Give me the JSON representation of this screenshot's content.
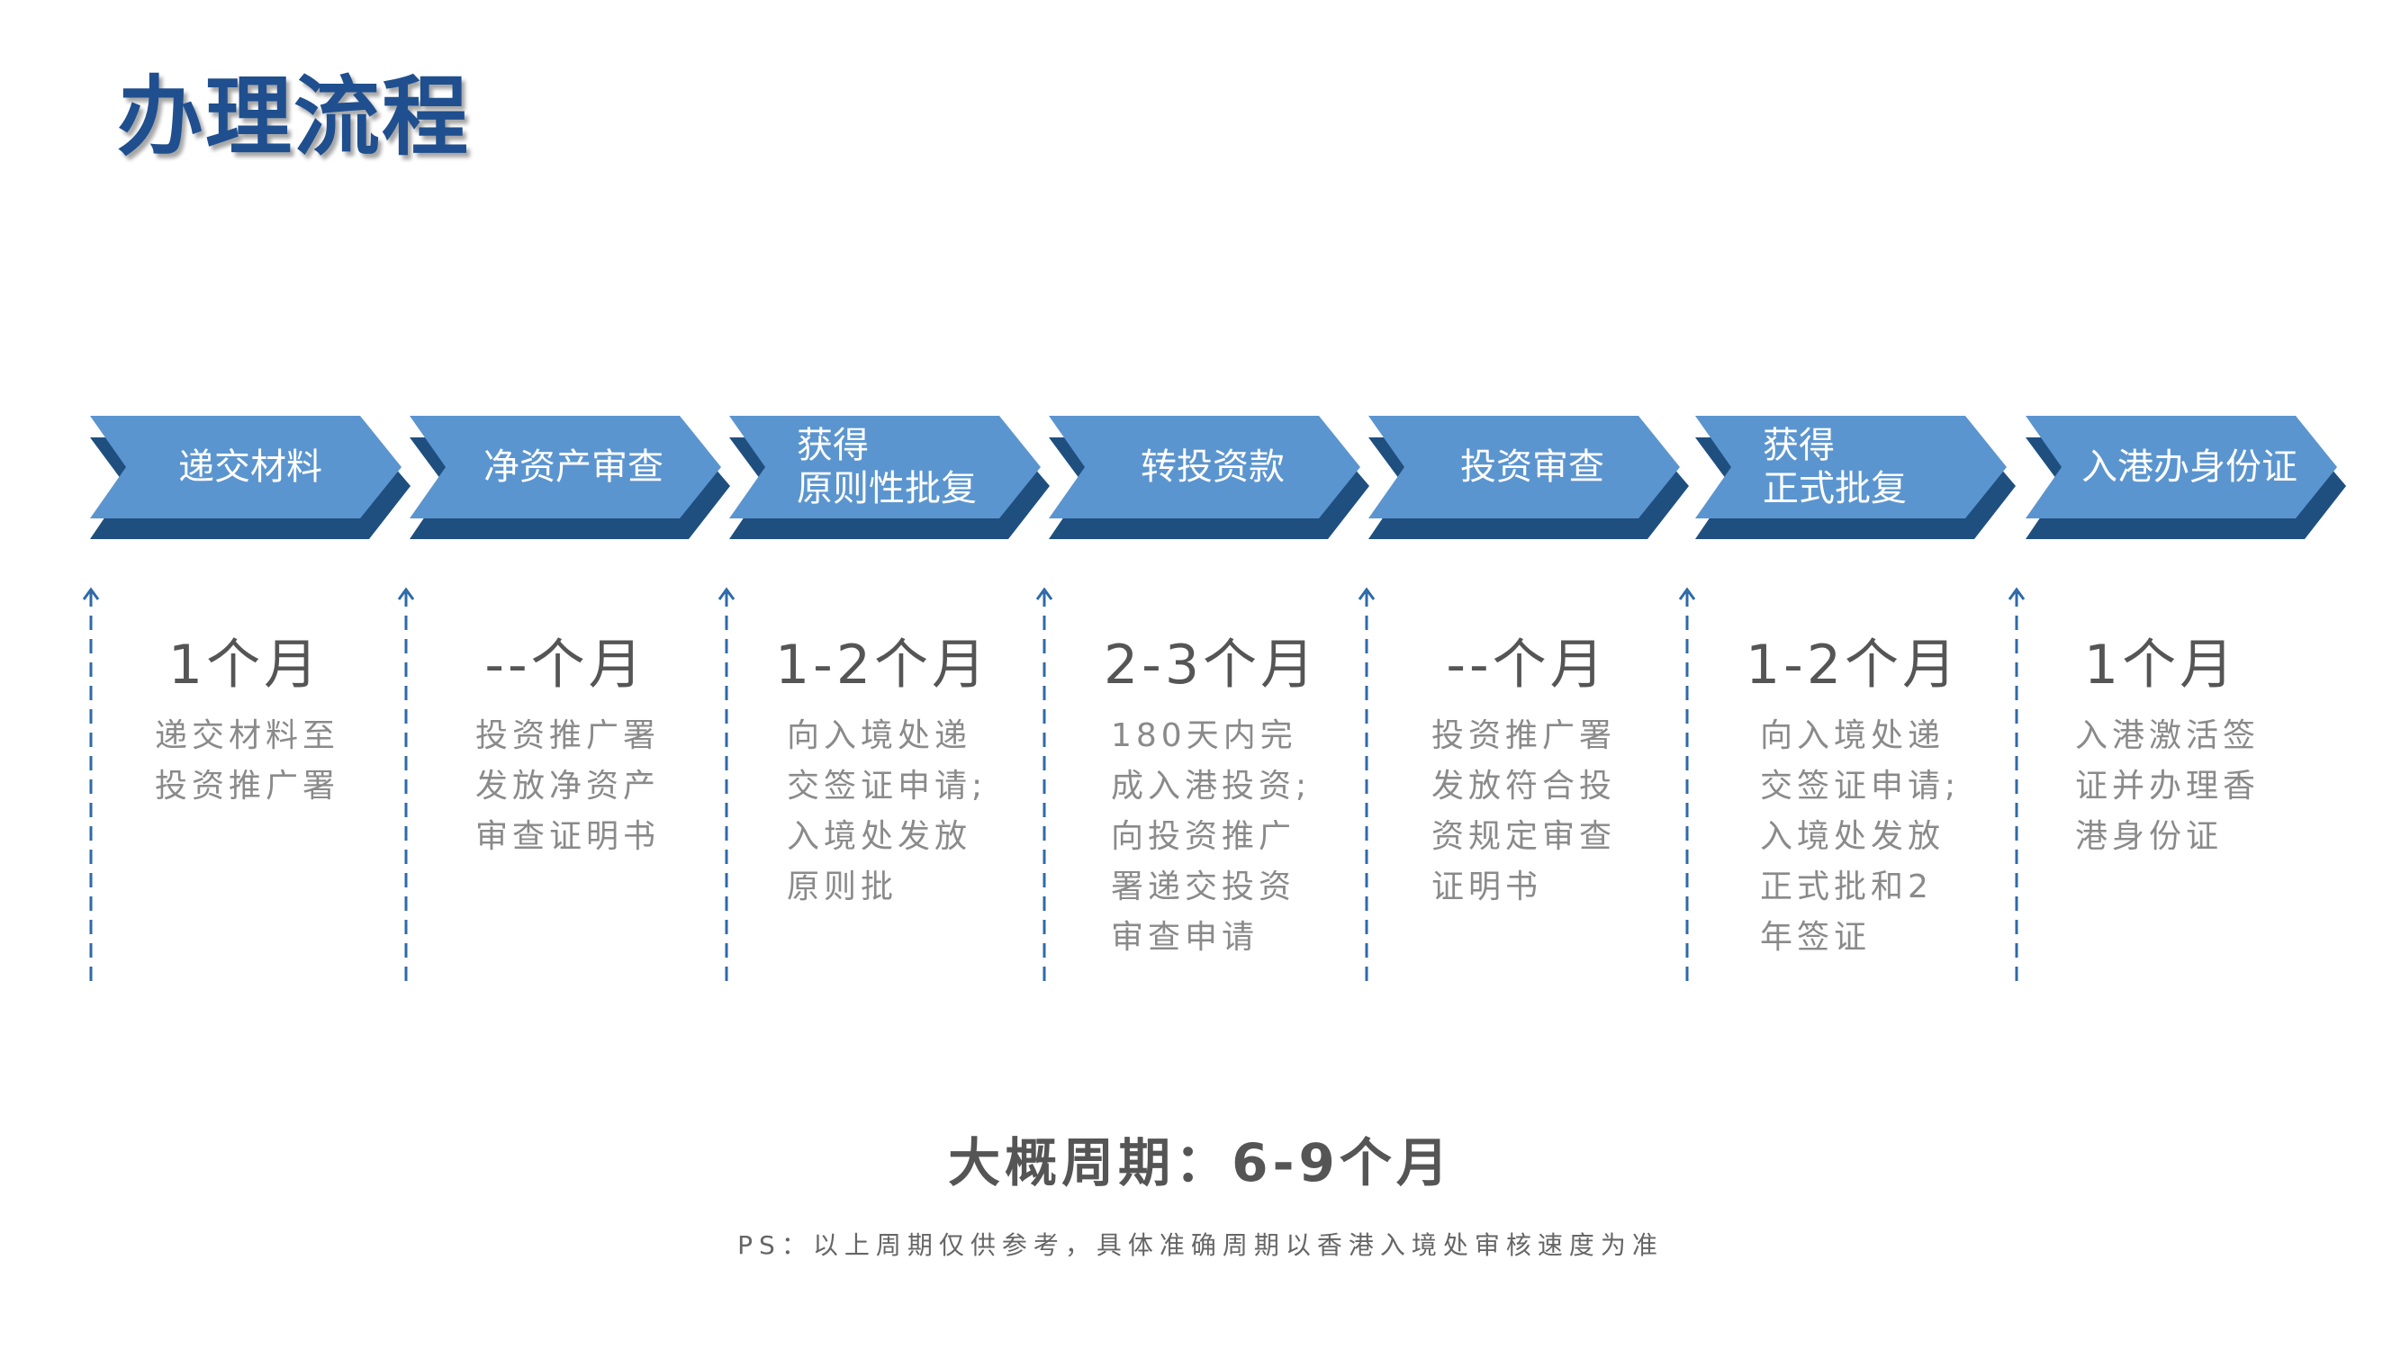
{
  "title": "办理流程",
  "colors": {
    "title": "#1f4f8e",
    "arrow_front": "#5b95cf",
    "arrow_back": "#1f4f7f",
    "guide_line": "#2e6aa8"
  },
  "steps": [
    {
      "label": "递交材料",
      "duration": "1个月",
      "desc": "递交材料至\n投资推广署"
    },
    {
      "label": "净资产审查",
      "duration": "--个月",
      "desc": "投资推广署\n发放净资产\n审查证明书"
    },
    {
      "label": "获得\n原则性批复",
      "duration": "1-2个月",
      "desc": "向入境处递\n交签证申请;\n入境处发放\n原则批"
    },
    {
      "label": "转投资款",
      "duration": "2-3个月",
      "desc": "180天内完\n成入港投资;\n向投资推广\n署递交投资\n审查申请"
    },
    {
      "label": "投资审查",
      "duration": "--个月",
      "desc": "投资推广署\n发放符合投\n资规定审查\n证明书"
    },
    {
      "label": "获得\n正式批复",
      "duration": "1-2个月",
      "desc": "向入境处递\n交签证申请;\n入境处发放\n正式批和2\n年签证"
    },
    {
      "label": "入港办身份证",
      "duration": "1个月",
      "desc": "入港激活签\n证并办理香\n港身份证"
    }
  ],
  "summary": "大概周期：6-9个月",
  "note": "PS：以上周期仅供参考，具体准确周期以香港入境处审核速度为准"
}
